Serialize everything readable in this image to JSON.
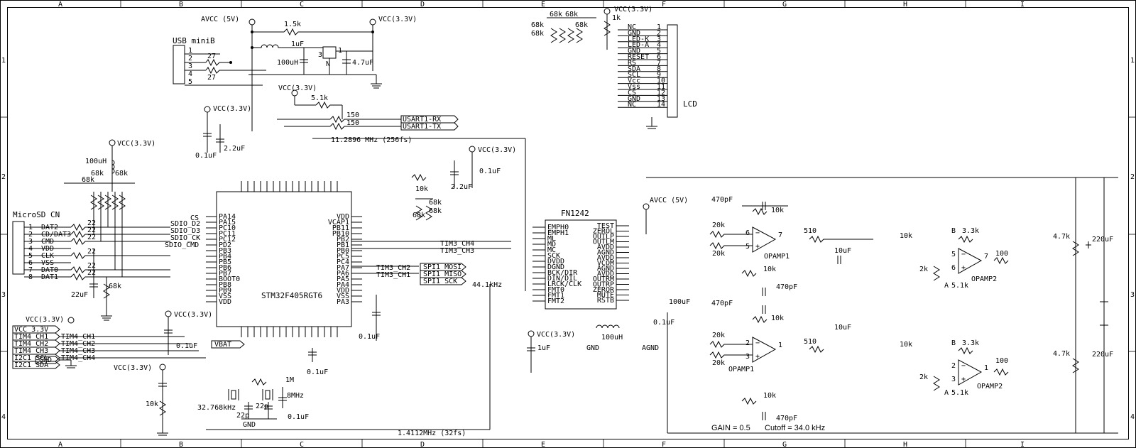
{
  "frame": {
    "cols": [
      "A",
      "B",
      "C",
      "D",
      "E",
      "F",
      "G",
      "H",
      "I"
    ],
    "rows": [
      "1",
      "2",
      "3",
      "4"
    ]
  },
  "chips": {
    "mcu": "STM32F405RGT6",
    "dac": "FN1242",
    "opamp1": "OPAMP1",
    "opamp2": "OPAMP2"
  },
  "connectors": {
    "usb": "USB miniB",
    "microsd": "MicroSD CN",
    "lcd": "LCD"
  },
  "nets": {
    "avcc5": "AVCC (5V)",
    "vcc33": "VCC(3.3V)",
    "gnd": "GND",
    "agnd": "AGND",
    "vbat": "VBAT",
    "usart_rx": "USART1-RX",
    "usart_tx": "USART1-TX",
    "spi_mosi": "SPI1 MOSI",
    "spi_miso": "SPI1 MISO",
    "spi_sck": "SPI1 SCK",
    "tim3_ch4": "TIM3_CH4",
    "tim3_ch3": "TIM3_CH3",
    "tim3_ch2": "TIM3_CH2",
    "tim3_ch1": "TIM3_CH1",
    "freq_256": "11.2896 MHz (256fs)",
    "freq_32": "1.4112MHz (32fs)",
    "freq_44": "44.1kHz",
    "xtal1": "32.768kHz",
    "xtal2": "8MHz"
  },
  "left_ports": [
    "VCC_3.3V",
    "TIM4_CH1",
    "TIM4_CH2",
    "TIM4_CH3",
    "TIM4_CH4",
    "I2C1_SCL",
    "I2C1_SDA",
    "GND"
  ],
  "left_ports_top": "VCC(3.3V)",
  "sd_pins": [
    "DAT2",
    "CD/DAT3",
    "CMD",
    "VDD",
    "CLK",
    "VSS",
    "DAT0",
    "DAT1"
  ],
  "sd_nets": [
    "SDIO_D2",
    "SDIO_D3",
    "SDIO_CK",
    "SDIO_CMD",
    "CS"
  ],
  "lcd_pins": [
    "NC",
    "GND",
    "LED-K",
    "LED-A",
    "GND",
    "RESET",
    "RS",
    "SDA",
    "SCL",
    "Vcc",
    "Vss",
    "CS",
    "GND",
    "NC"
  ],
  "dac_pins_left": [
    "EMPH0",
    "EMPH1",
    "ML",
    "MD",
    "MC",
    "SCK",
    "DVDD",
    "DGND",
    "BCK/DIR",
    "DIN/DIL",
    "LRCK/CLK",
    "FMT0",
    "FMT1",
    "FMT2"
  ],
  "dac_pins_right": [
    "TEST",
    "ZEROL",
    "OUTLP",
    "OUTLM",
    "AVDD",
    "AGND",
    "AVDD",
    "VCOM",
    "AGND",
    "AVDD",
    "OUTRM",
    "OUTRP",
    "ZEROR",
    "MUTE",
    "RSTB"
  ],
  "mcu_pins_left": [
    "PA14",
    "PA15",
    "PC10",
    "PC11",
    "PC12",
    "PD2",
    "PB3",
    "PB4",
    "PB5",
    "PB6",
    "PB7",
    "BOOT0",
    "PB8",
    "PB9",
    "VSS",
    "VDD"
  ],
  "mcu_pins_right": [
    "VDD",
    "VCAP1",
    "PB11",
    "PB10",
    "PB2",
    "PB1",
    "PB0",
    "PC5",
    "PC4",
    "PA7",
    "PA6",
    "PA5",
    "PA4",
    "VDD",
    "VSS",
    "PA3"
  ],
  "values": {
    "r27": "27",
    "r1_5k": "1.5k",
    "c1uF": "1uF",
    "l100uH": "100uH",
    "c4_7uF": "4.7uF",
    "r5_1k": "5.1k",
    "r150": "150",
    "c0_1uF": "0.1uF",
    "c2_2uF": "2.2uF",
    "r68k": "68k",
    "r22": "22",
    "c22uF": "22uF",
    "r10k": "10k",
    "r1k": "1k",
    "r1M": "1M",
    "c22p": "22p",
    "c470pF": "470pF",
    "r20k": "20k",
    "r510": "510",
    "c10uF": "10uF",
    "r3_3k": "3.3k",
    "r100": "100",
    "r2k": "2k",
    "r4_7k": "4.7k",
    "c220uF": "220uF",
    "c100uF": "100uF"
  },
  "notes": {
    "gain": "GAIN = 0.5",
    "cutoff": "Cutoff = 34.0 kHz"
  }
}
